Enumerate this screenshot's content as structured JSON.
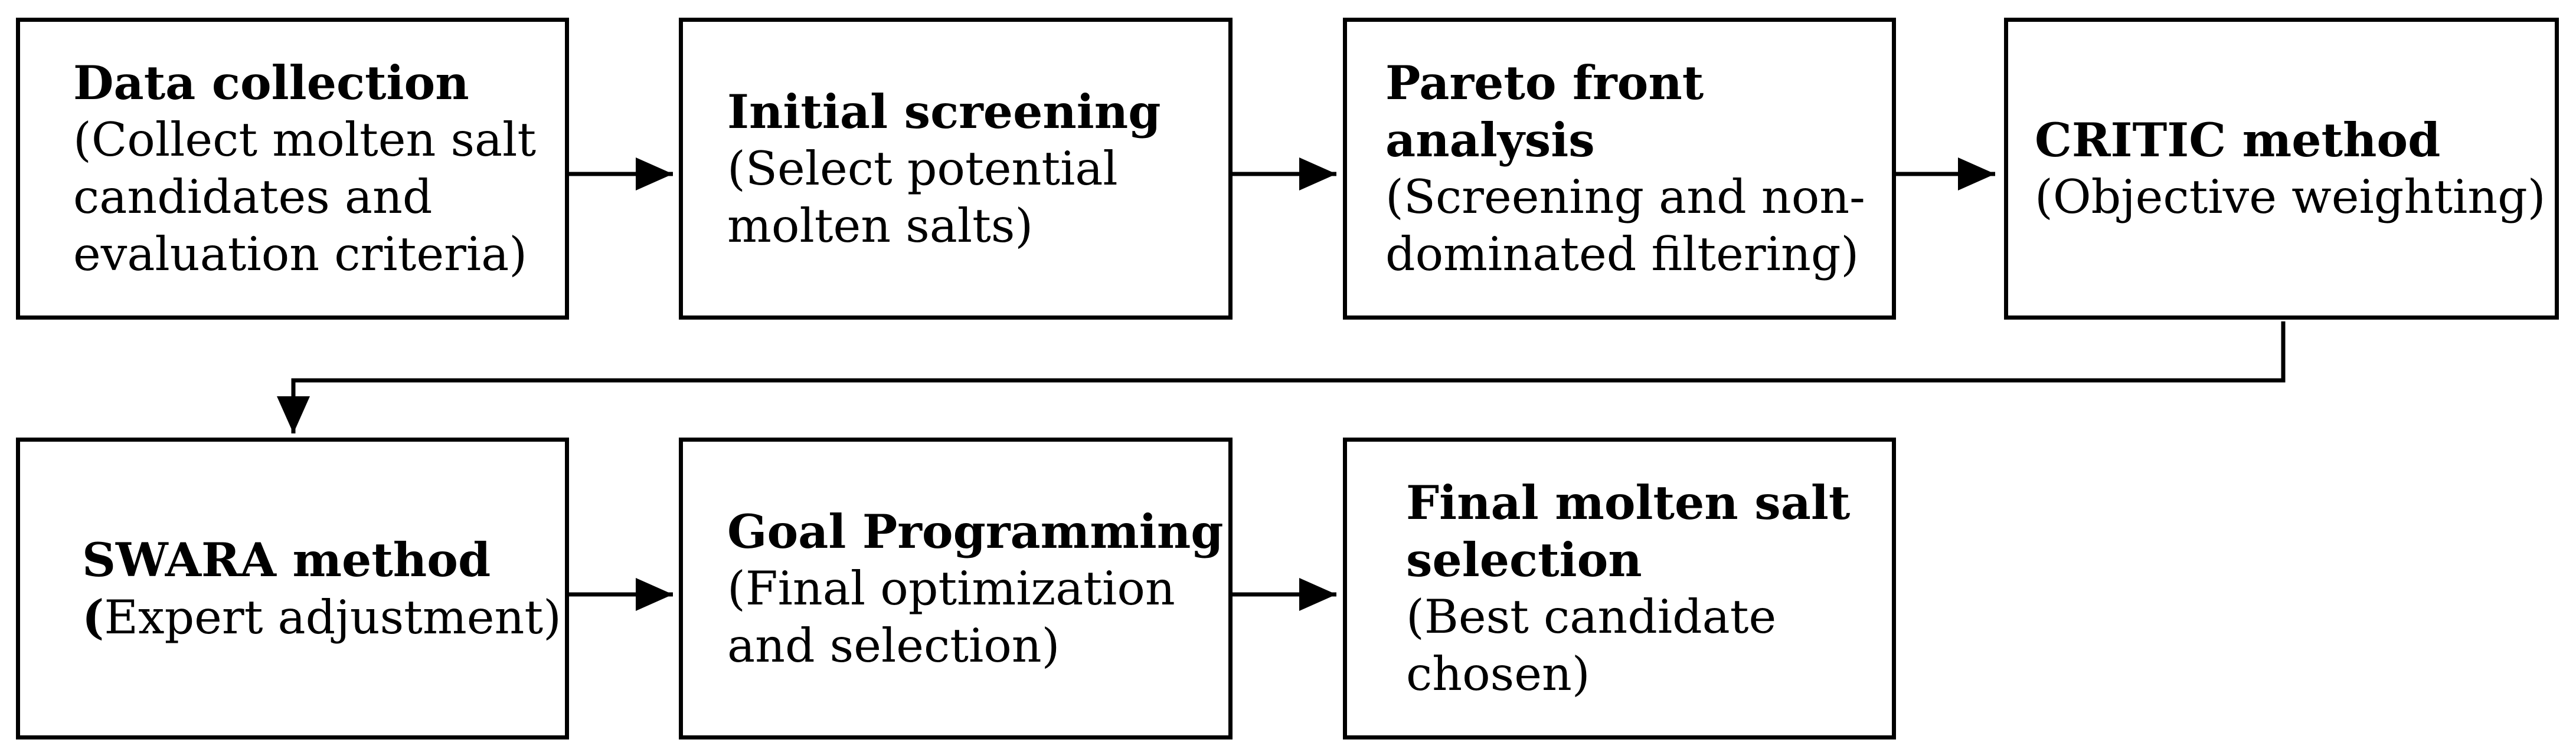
{
  "diagram": {
    "steps": [
      {
        "title": "Data collection",
        "desc": "(Collect molten salt\ncandidates and\nevaluation criteria)"
      },
      {
        "title": "Initial screening",
        "desc": "(Select potential\nmolten salts)"
      },
      {
        "title": "Pareto front analysis",
        "desc": "(Screening and non-\ndominated filtering)"
      },
      {
        "title": "CRITIC method",
        "desc": "(Objective weighting)"
      },
      {
        "title": "SWARA method",
        "desc_bold_paren": "(",
        "desc": "Expert adjustment)"
      },
      {
        "title": "Goal Programming",
        "desc": "(Final optimization\nand selection)"
      },
      {
        "title": "Final molten salt\nselection",
        "desc": "(Best candidate\nchosen)"
      }
    ]
  }
}
